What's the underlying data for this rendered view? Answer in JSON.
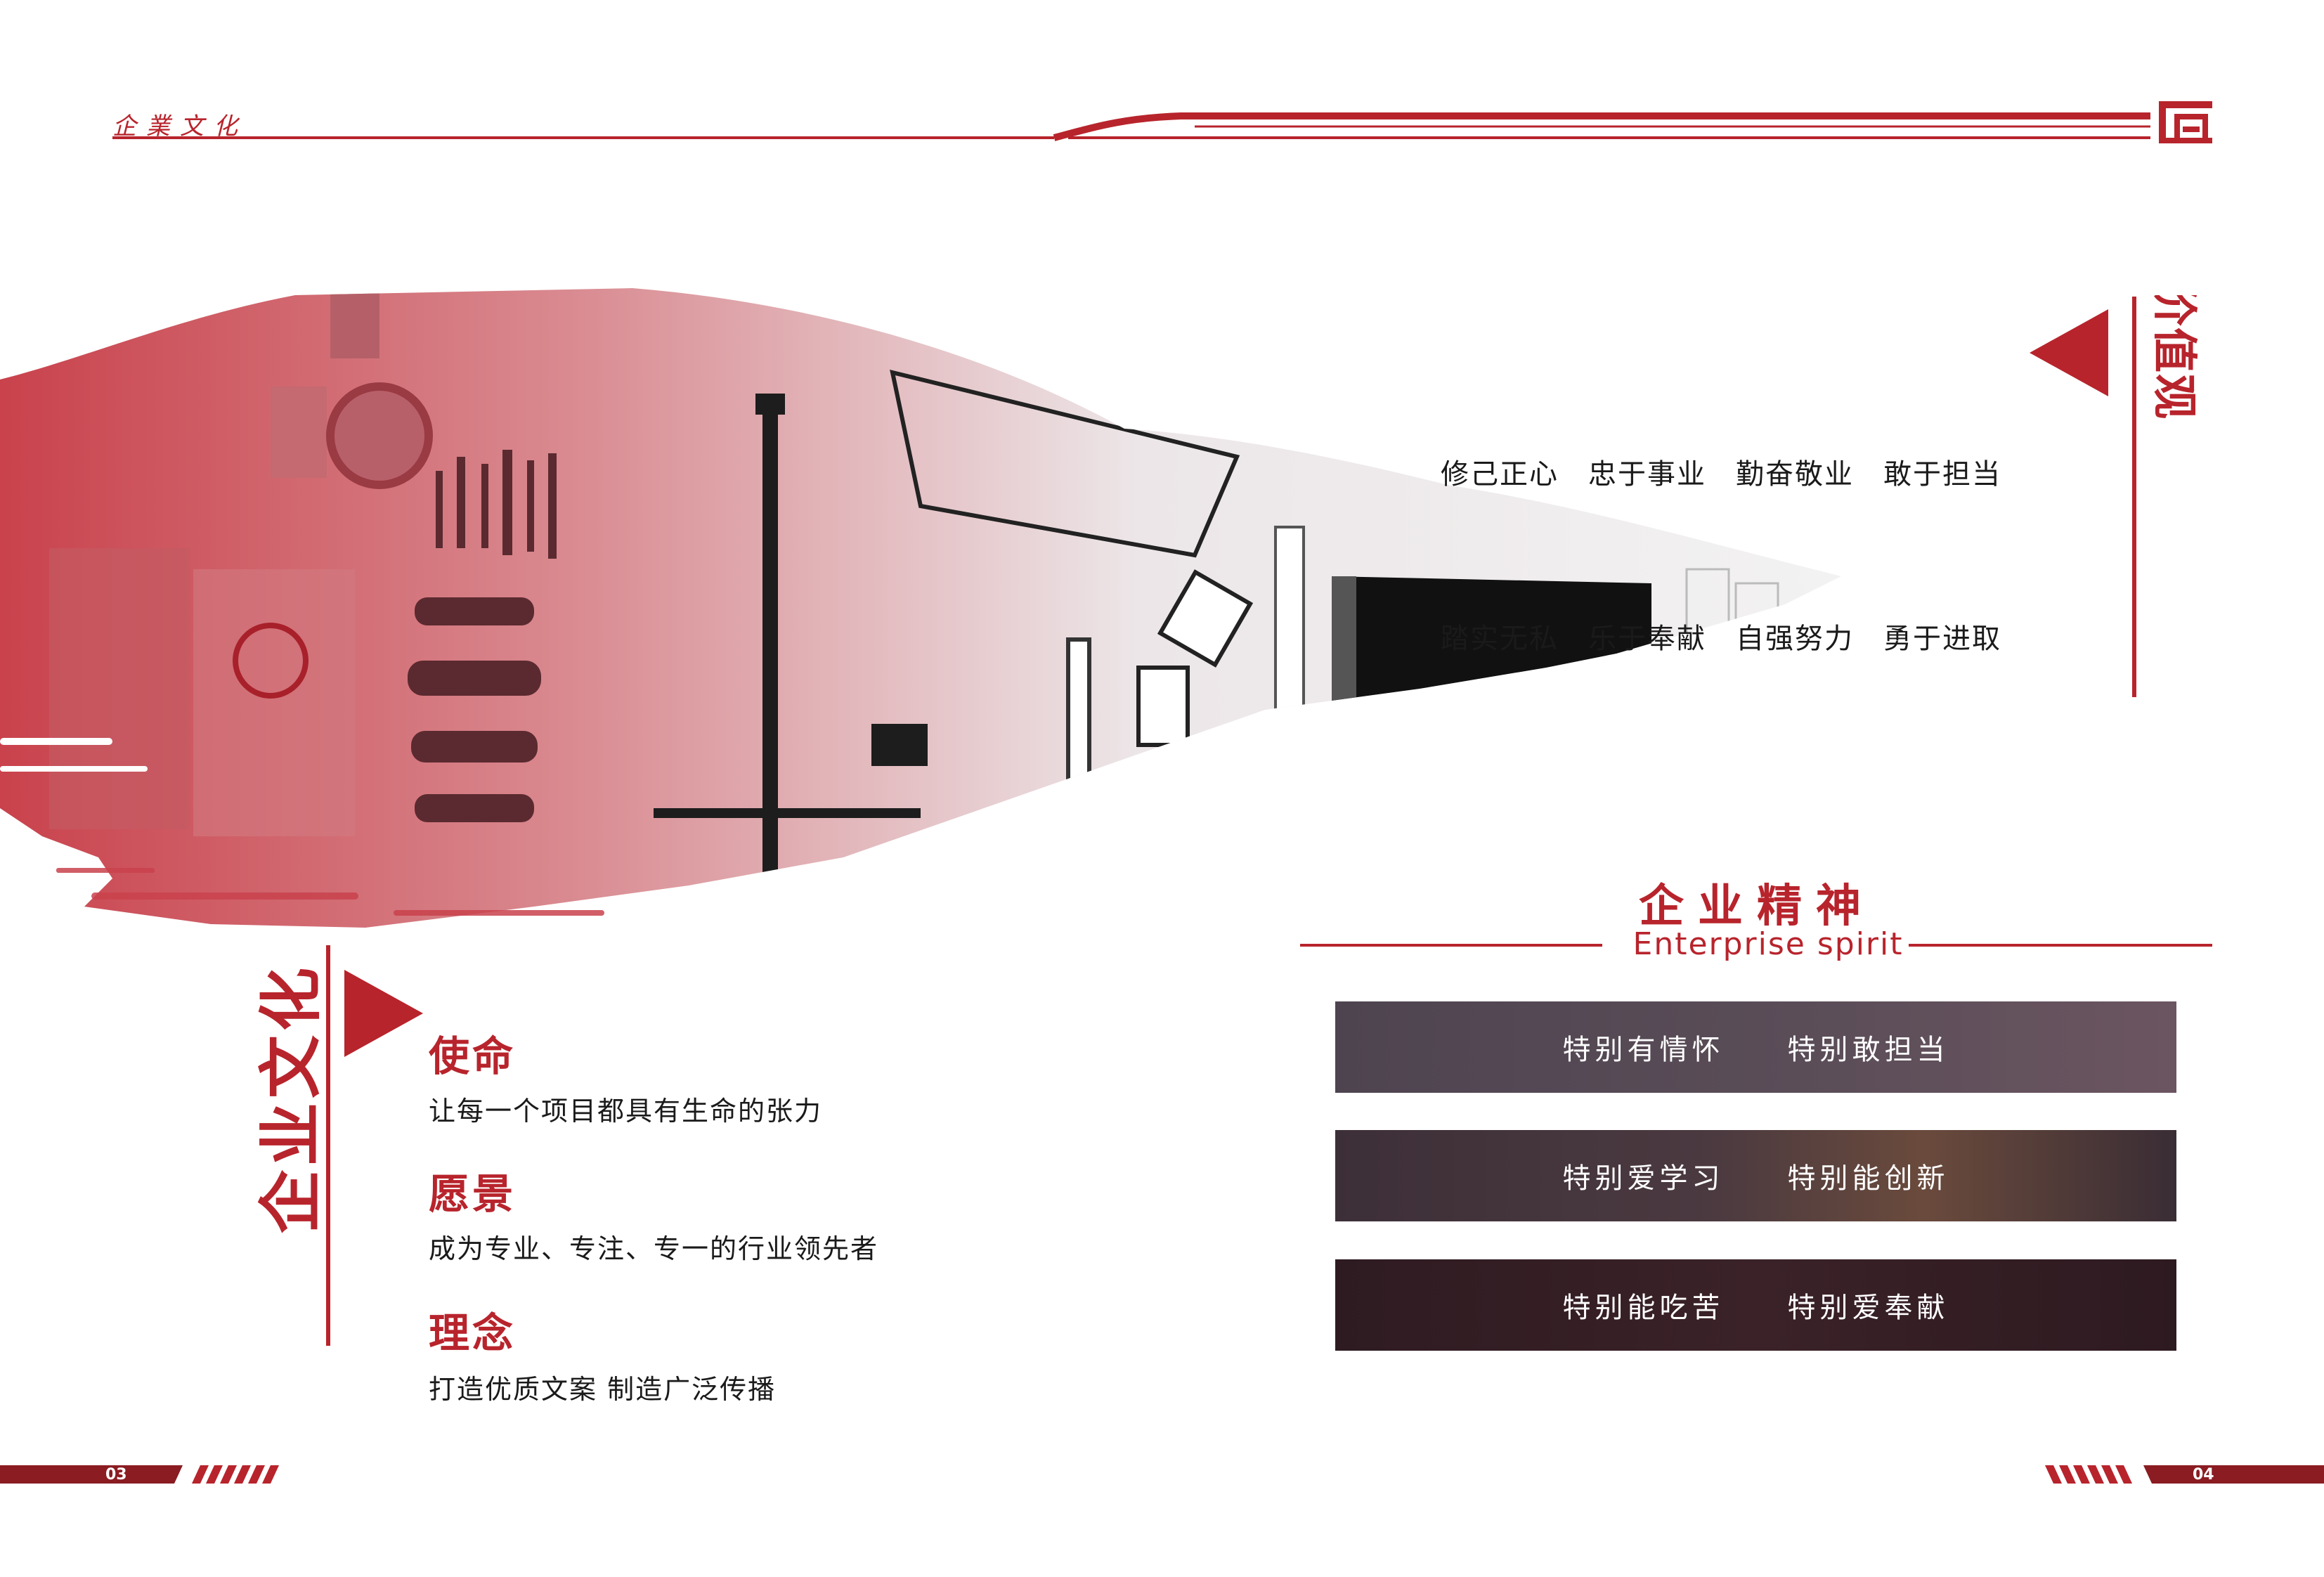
{
  "header": {
    "brand": "企業文化"
  },
  "core_values": {
    "title": "价值观",
    "lines": [
      "修己正心　忠于事业　勤奋敬业　敢于担当",
      "踏实无私　乐于奉献　自强努力　勇于进取"
    ]
  },
  "culture": {
    "title": "企业文化",
    "mission": {
      "heading": "使命",
      "text": "让每一个项目都具有生命的张力"
    },
    "vision": {
      "heading": "愿景",
      "text": "成为专业、专注、专一的行业领先者"
    },
    "philosophy": {
      "heading": "理念",
      "text": "打造优质文案 制造广泛传播"
    }
  },
  "spirit": {
    "title": "企业精神",
    "subtitle": "Enterprise spirit",
    "rows": [
      [
        "特别有情怀",
        "特别敢担当"
      ],
      [
        "特别爱学习",
        "特别能创新"
      ],
      [
        "特别能吃苦",
        "特别爱奉献"
      ]
    ]
  },
  "footer": {
    "left_page": "03",
    "right_page": "04"
  },
  "colors": {
    "accent": "#b8242c"
  }
}
